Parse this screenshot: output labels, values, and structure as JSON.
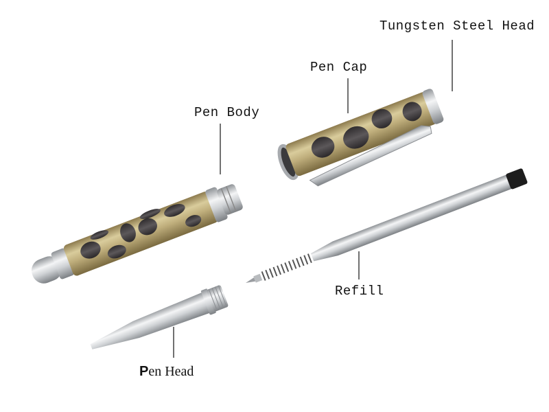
{
  "diagram": {
    "type": "exploded-product-diagram",
    "subject": "tactical pen",
    "labels": {
      "tungsten_steel_head": "Tungsten Steel Head",
      "pen_cap": "Pen Cap",
      "pen_body": "Pen Body",
      "refill": "Refill",
      "pen_head_first": "P",
      "pen_head_rest": "en Head"
    },
    "colors": {
      "brass": "#b9a87a",
      "steel": "#d4d6d8",
      "cutout": "#4a4749",
      "leader_line": "#222222",
      "text": "#111111"
    }
  }
}
